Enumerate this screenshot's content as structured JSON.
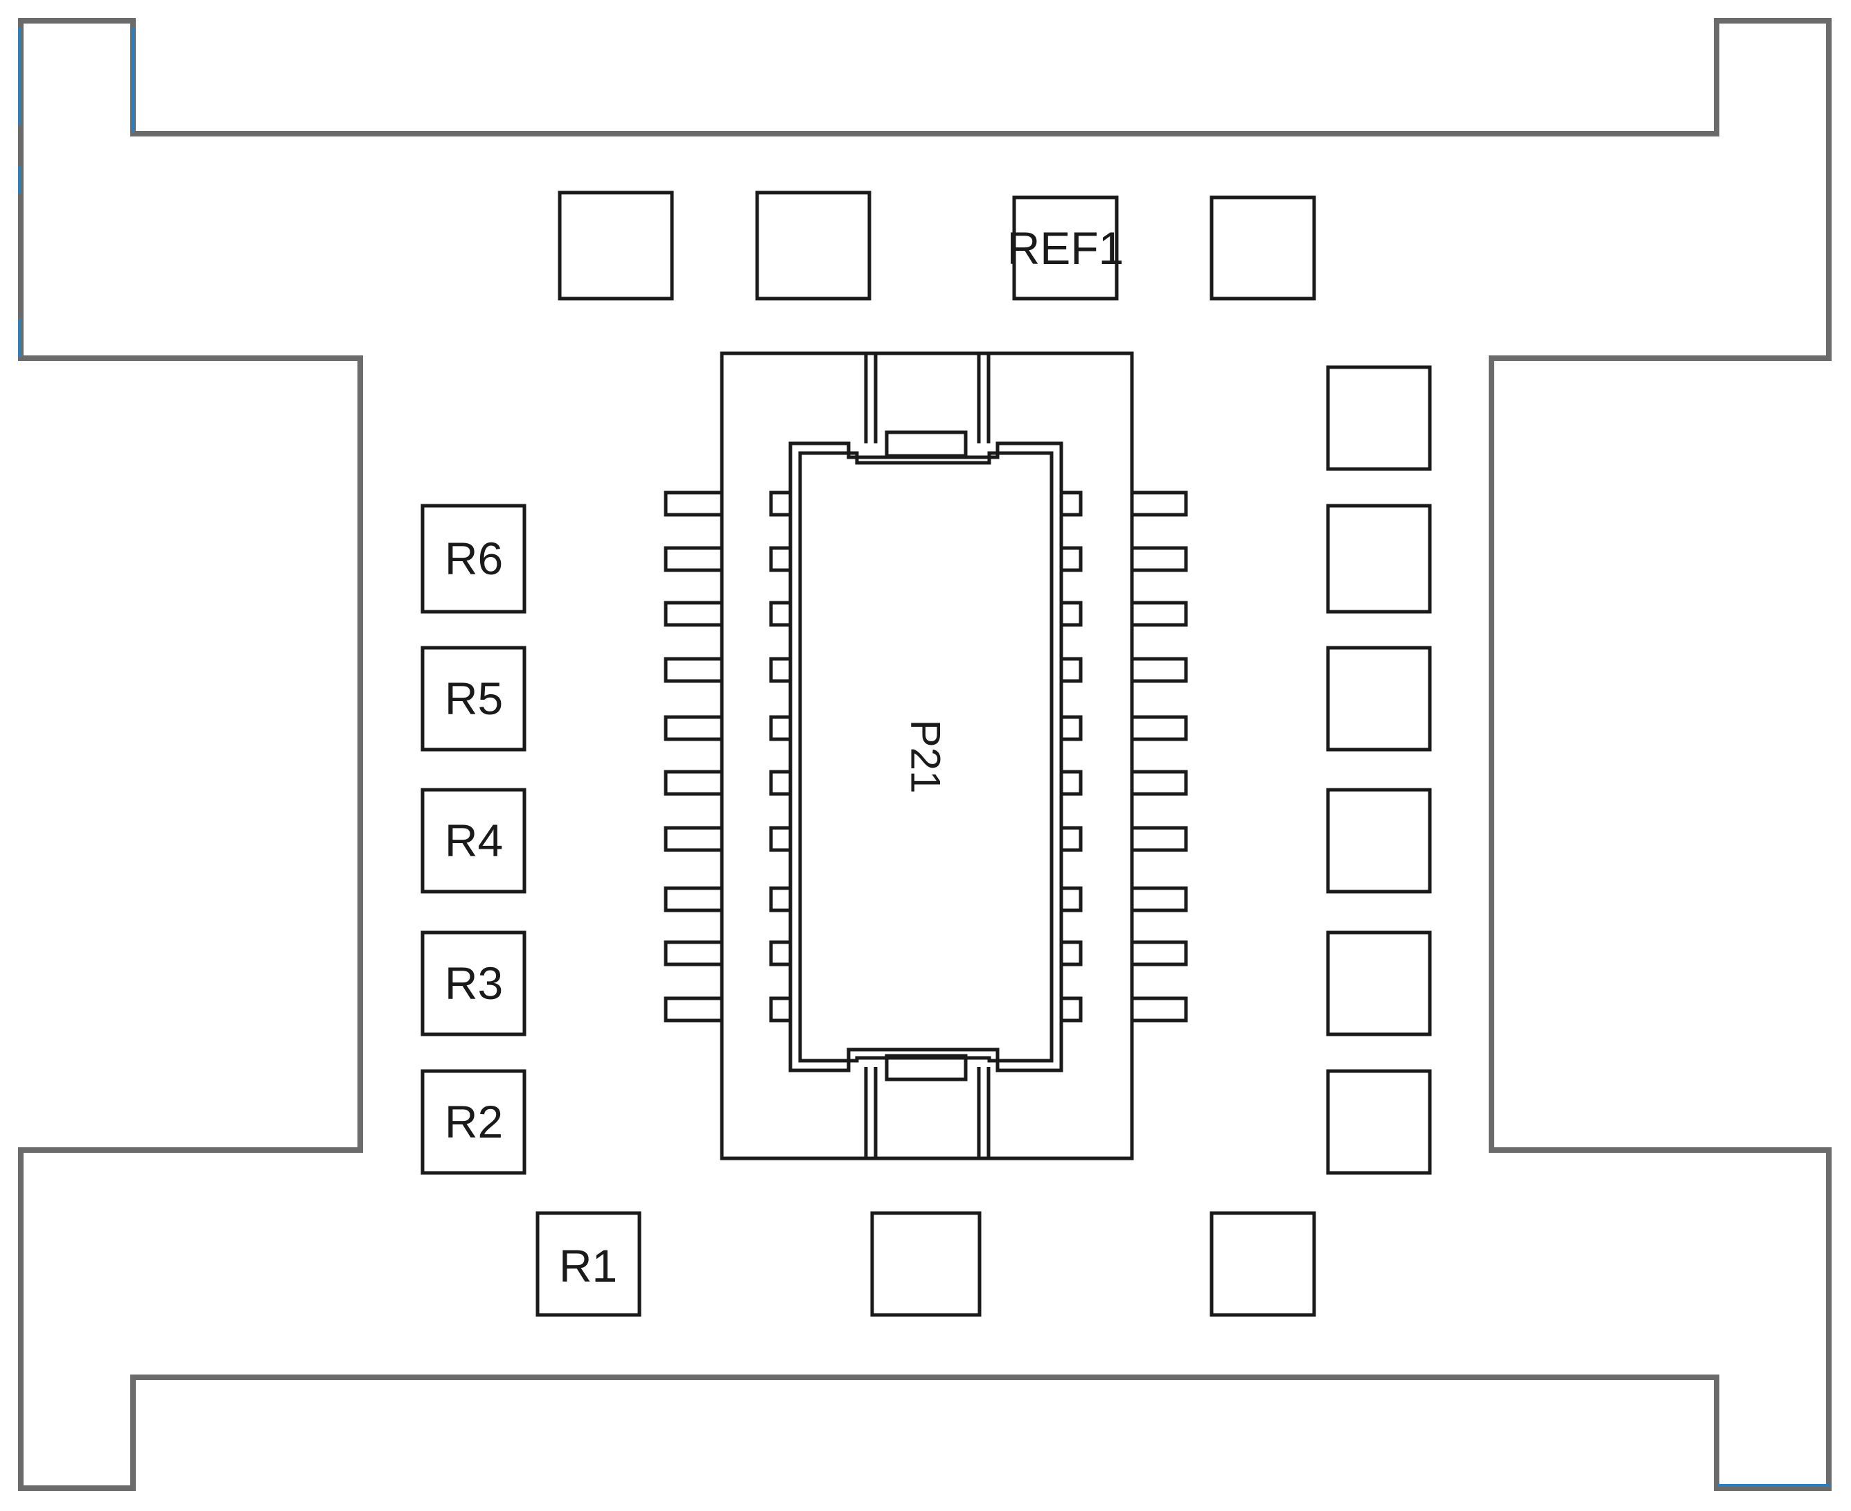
{
  "diagram": {
    "labels": {
      "ref1": "REF1",
      "r1": "R1",
      "r2": "R2",
      "r3": "R3",
      "r4": "R4",
      "r5": "R5",
      "r6": "R6",
      "p21": "P21"
    },
    "colors": {
      "outline": "#1a1a1a",
      "board_edge": "#6b6b6b",
      "accent_edge": "#2a7fc0"
    }
  }
}
